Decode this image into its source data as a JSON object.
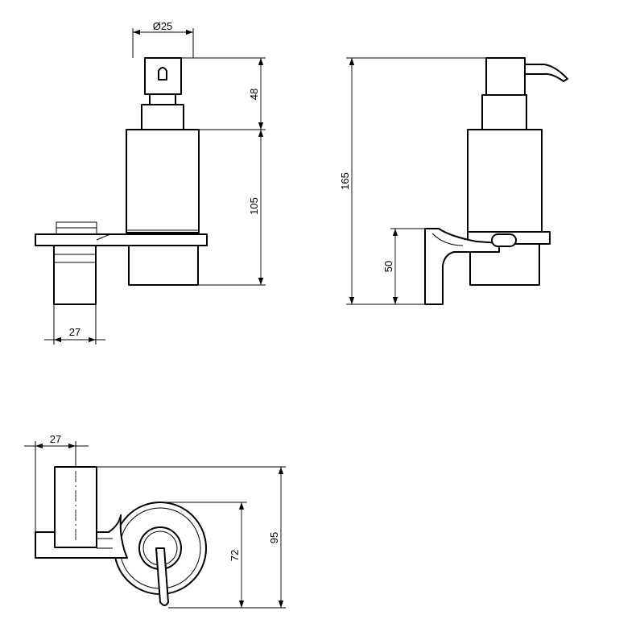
{
  "views": {
    "front": {
      "dim_diameter": "Ø25",
      "dim_pump": "48",
      "dim_bottle": "105",
      "dim_bracket_width": "27"
    },
    "side": {
      "dim_total_height": "165",
      "dim_bracket_height": "50"
    },
    "top": {
      "dim_width": "27",
      "dim_ring": "72",
      "dim_depth": "95"
    }
  }
}
